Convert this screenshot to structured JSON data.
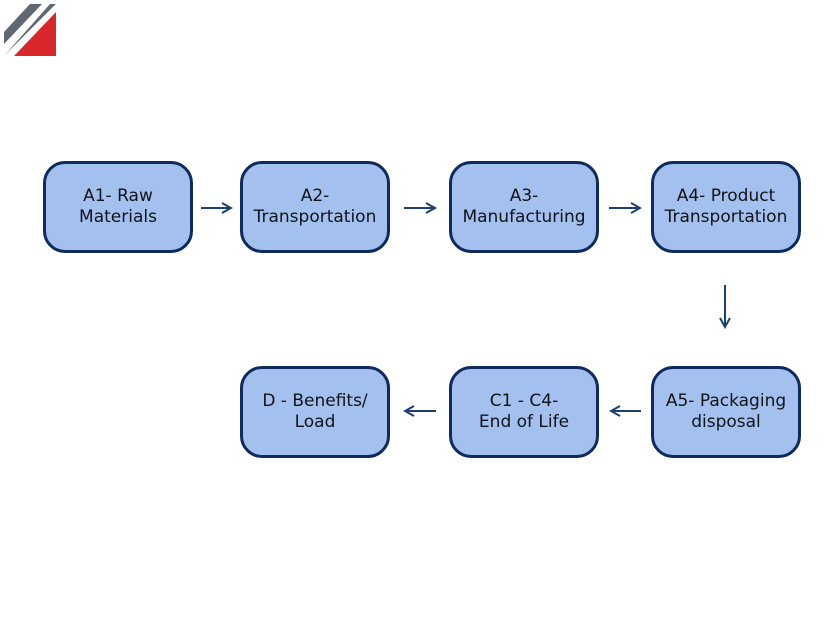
{
  "colors": {
    "node_fill": "#a3c0ef",
    "node_border": "#0f2a5c",
    "arrow": "#1c3f78",
    "logo_gray": "#5f6872",
    "logo_red": "#d9262b"
  },
  "logo": {
    "icon": "brand-logo-icon"
  },
  "nodes": {
    "a1": "A1- Raw\nMaterials",
    "a2": "A2-\nTransportation",
    "a3": "A3-\nManufacturing",
    "a4": "A4- Product\nTransportation",
    "a5": "A5- Packaging\ndisposal",
    "c": "C1 - C4-\nEnd of Life",
    "d": "D - Benefits/\nLoad"
  },
  "flow": [
    [
      "a1",
      "a2"
    ],
    [
      "a2",
      "a3"
    ],
    [
      "a3",
      "a4"
    ],
    [
      "a4",
      "a5"
    ],
    [
      "a5",
      "c"
    ],
    [
      "c",
      "d"
    ]
  ]
}
